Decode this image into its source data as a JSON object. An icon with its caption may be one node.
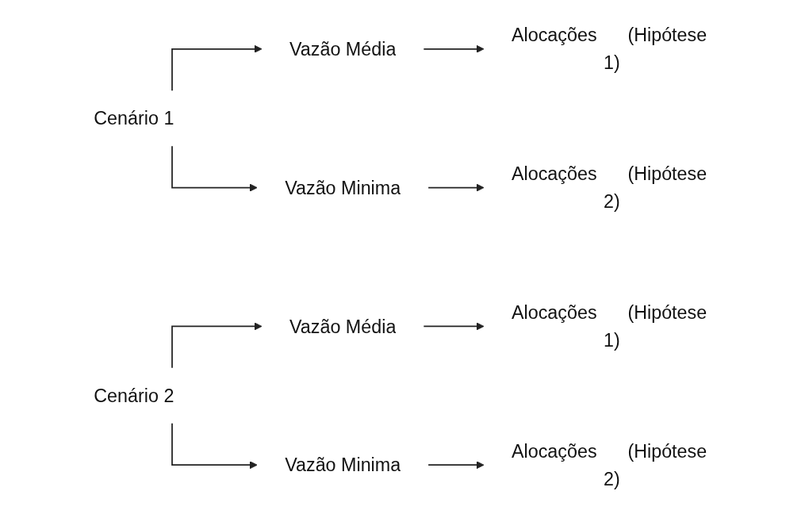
{
  "diagram": {
    "nodes": [
      {
        "text": [
          "Cenário 1"
        ]
      },
      {
        "text": [
          "Vazão Média"
        ]
      },
      {
        "text": [
          "Alocações"
        ],
        "beside": [
          "(Hipótese 1)"
        ]
      },
      {
        "text": [
          "Vazão Minima"
        ]
      },
      {
        "text": [
          "Alocações"
        ],
        "beside": [
          "(Hipótese 2)"
        ]
      },
      {
        "text": [
          "Cenário 2"
        ]
      },
      {
        "text": [
          "Vazão Média"
        ]
      },
      {
        "text": [
          "Alocações"
        ],
        "beside": [
          "(Hipótese 1)"
        ]
      },
      {
        "text": [
          "Vazão Minima"
        ]
      },
      {
        "text": [
          "Alocações"
        ],
        "beside": [
          "(Hipótese 2)"
        ]
      }
    ],
    "edges": [
      {
        "from": 0,
        "to": 1,
        "arrow": "to"
      },
      {
        "from": 1,
        "to": 2,
        "arrow": "to"
      },
      {
        "from": 0,
        "to": 3,
        "arrow": "to"
      },
      {
        "from": 3,
        "to": 4,
        "arrow": "to"
      },
      {
        "from": 5,
        "to": 6,
        "arrow": "to"
      },
      {
        "from": 6,
        "to": 7,
        "arrow": "to"
      },
      {
        "from": 5,
        "to": 8,
        "arrow": "to"
      },
      {
        "from": 8,
        "to": 9,
        "arrow": "to"
      }
    ]
  }
}
